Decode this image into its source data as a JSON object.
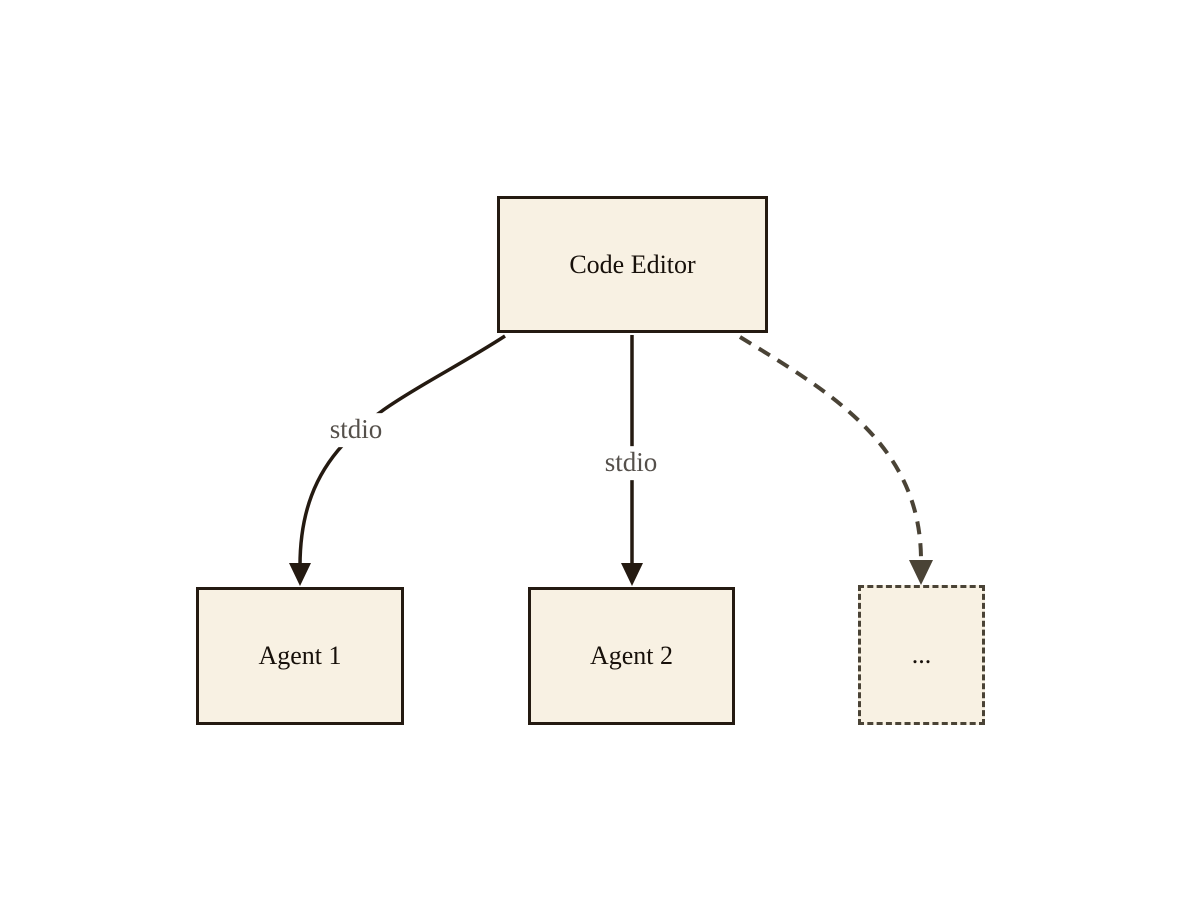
{
  "diagram": {
    "title": "",
    "nodes": {
      "code_editor": {
        "label": "Code Editor",
        "shape": "rect",
        "border": "solid"
      },
      "agent1": {
        "label": "Agent 1",
        "shape": "rect",
        "border": "solid"
      },
      "agent2": {
        "label": "Agent 2",
        "shape": "rect",
        "border": "solid"
      },
      "more": {
        "label": "...",
        "shape": "rect",
        "border": "dashed"
      }
    },
    "edges": [
      {
        "from": "code_editor",
        "to": "agent1",
        "label": "stdio",
        "style": "solid",
        "arrow": "filled-triangle"
      },
      {
        "from": "code_editor",
        "to": "agent2",
        "label": "stdio",
        "style": "solid",
        "arrow": "filled-triangle"
      },
      {
        "from": "code_editor",
        "to": "more",
        "label": "",
        "style": "dashed",
        "arrow": "filled-triangle"
      }
    ],
    "colors": {
      "background": "#ffffff",
      "node_fill": "#f8f1e3",
      "node_border": "#241a11",
      "node_text": "#17100a",
      "edge_solid": "#241a11",
      "edge_dashed": "#4a4336",
      "edge_label": "#55504b"
    }
  }
}
